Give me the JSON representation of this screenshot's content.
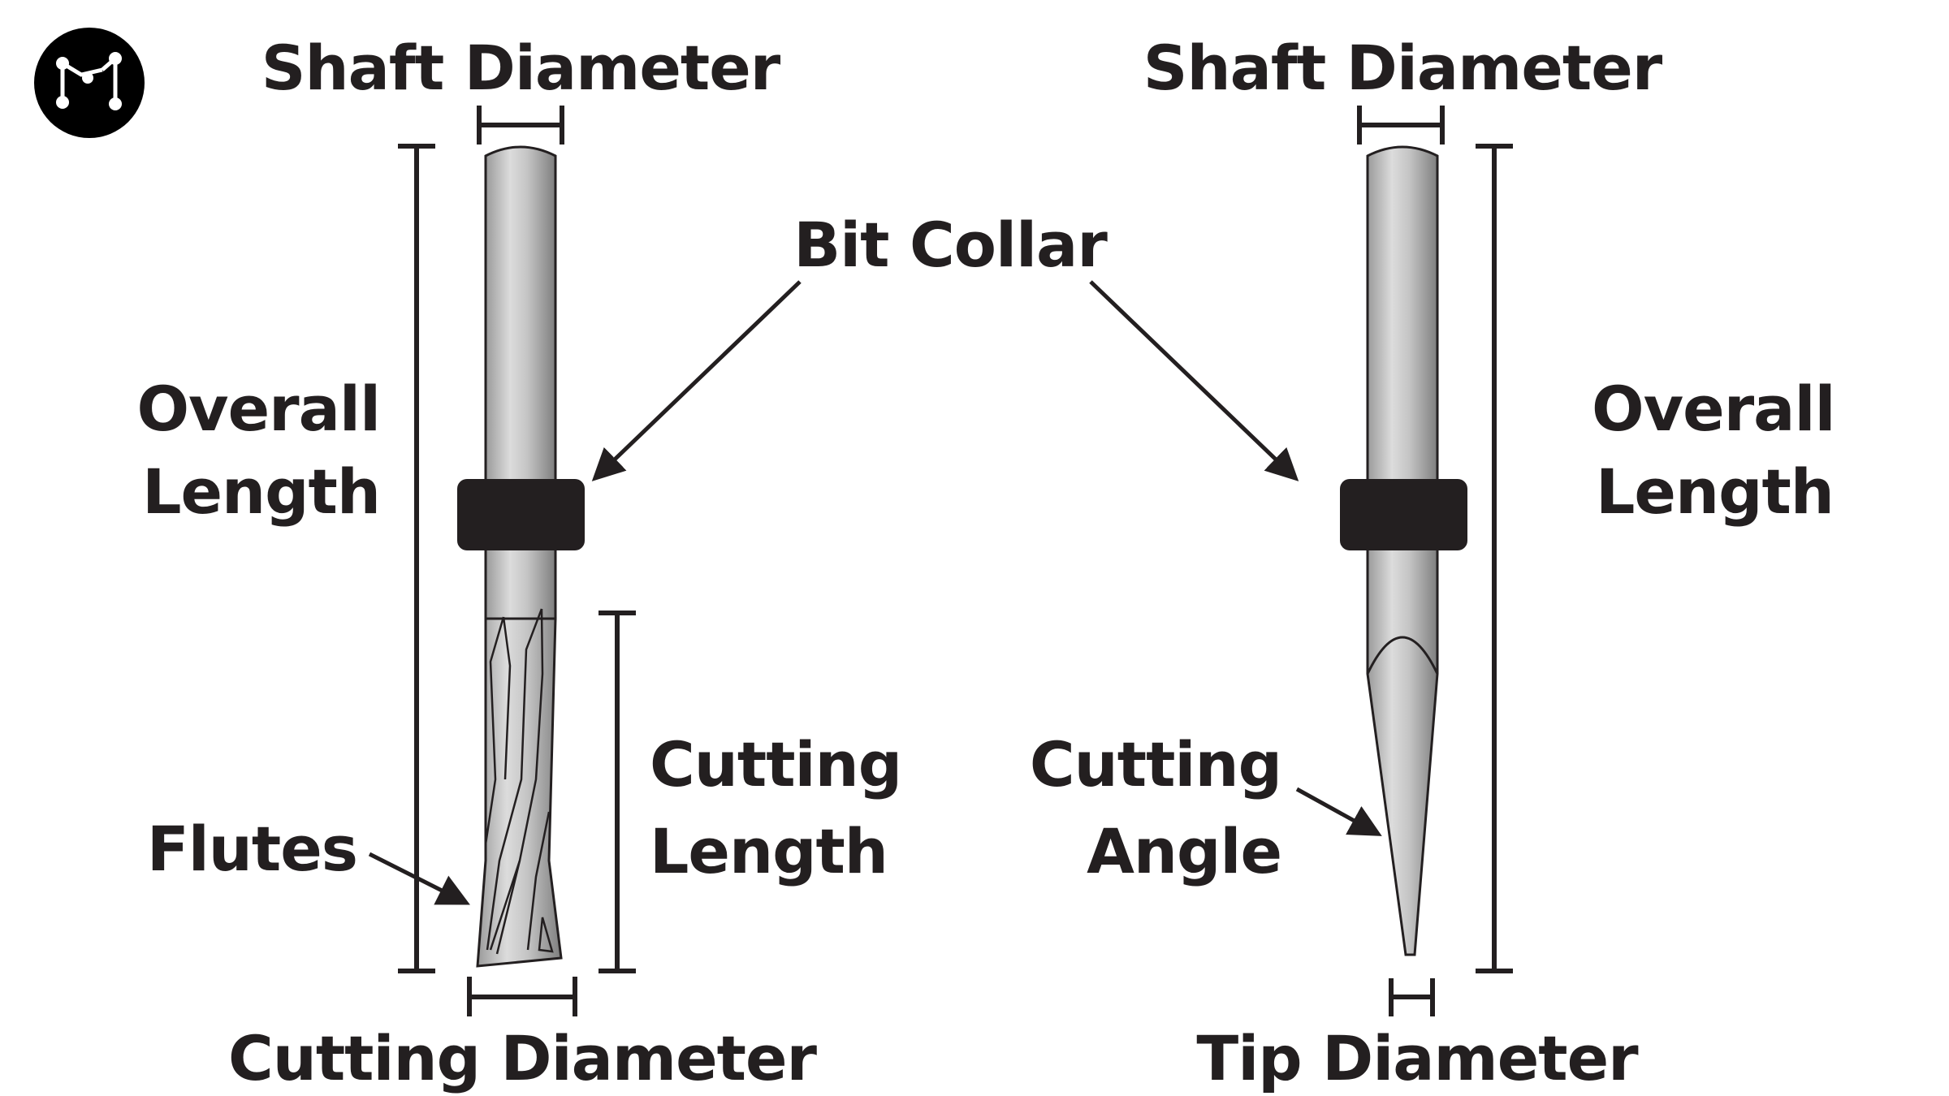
{
  "logo": {
    "icon": "circuit-nodes-icon"
  },
  "left_bit": {
    "shaft_diameter": "Shaft Diameter",
    "overall_length_line1": "Overall",
    "overall_length_line2": "Length",
    "cutting_length_line1": "Cutting",
    "cutting_length_line2": "Length",
    "flutes": "Flutes",
    "cutting_diameter": "Cutting Diameter"
  },
  "collar_label": "Bit Collar",
  "right_bit": {
    "shaft_diameter": "Shaft Diameter",
    "overall_length_line1": "Overall",
    "overall_length_line2": "Length",
    "cutting_angle_line1": "Cutting",
    "cutting_angle_line2": "Angle",
    "tip_diameter": "Tip Diameter"
  },
  "colors": {
    "ink": "#231f20",
    "collar": "#231f20",
    "shaft_light": "#d9d9d9",
    "shaft_dark": "#8c8c8c"
  }
}
